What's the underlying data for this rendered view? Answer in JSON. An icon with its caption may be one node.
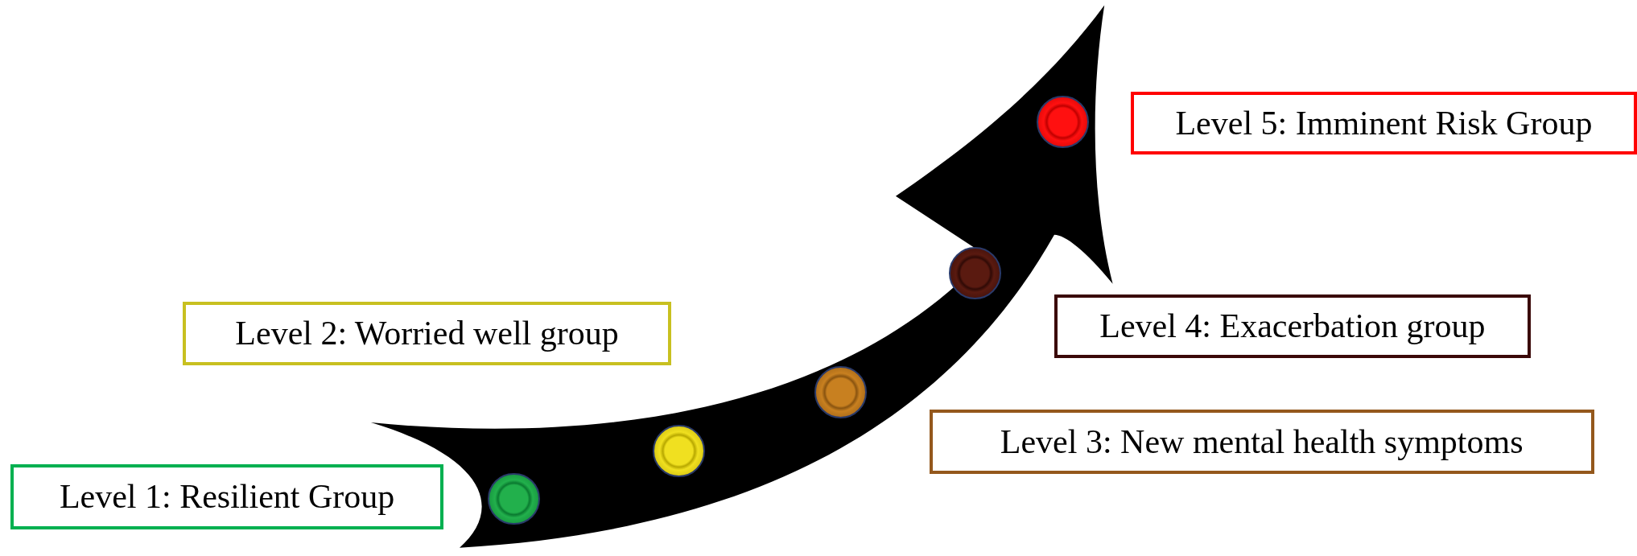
{
  "diagram": {
    "nodes": [
      {
        "text": [
          "Level 5: Imminent Risk Group"
        ]
      },
      {
        "text": [
          "Level 2: Worried well group"
        ]
      },
      {
        "text": [
          "Level 4: Exacerbation group"
        ]
      },
      {
        "text": [
          "Level 3: New mental health symptoms"
        ]
      },
      {
        "text": [
          "Level 1: Resilient Group"
        ]
      },
      {
        "text": [],
        "shape": "circle"
      },
      {
        "text": [],
        "shape": "circle"
      },
      {
        "text": [],
        "shape": "circle"
      },
      {
        "text": [],
        "shape": "circle"
      },
      {
        "text": [],
        "shape": "circle"
      }
    ]
  }
}
